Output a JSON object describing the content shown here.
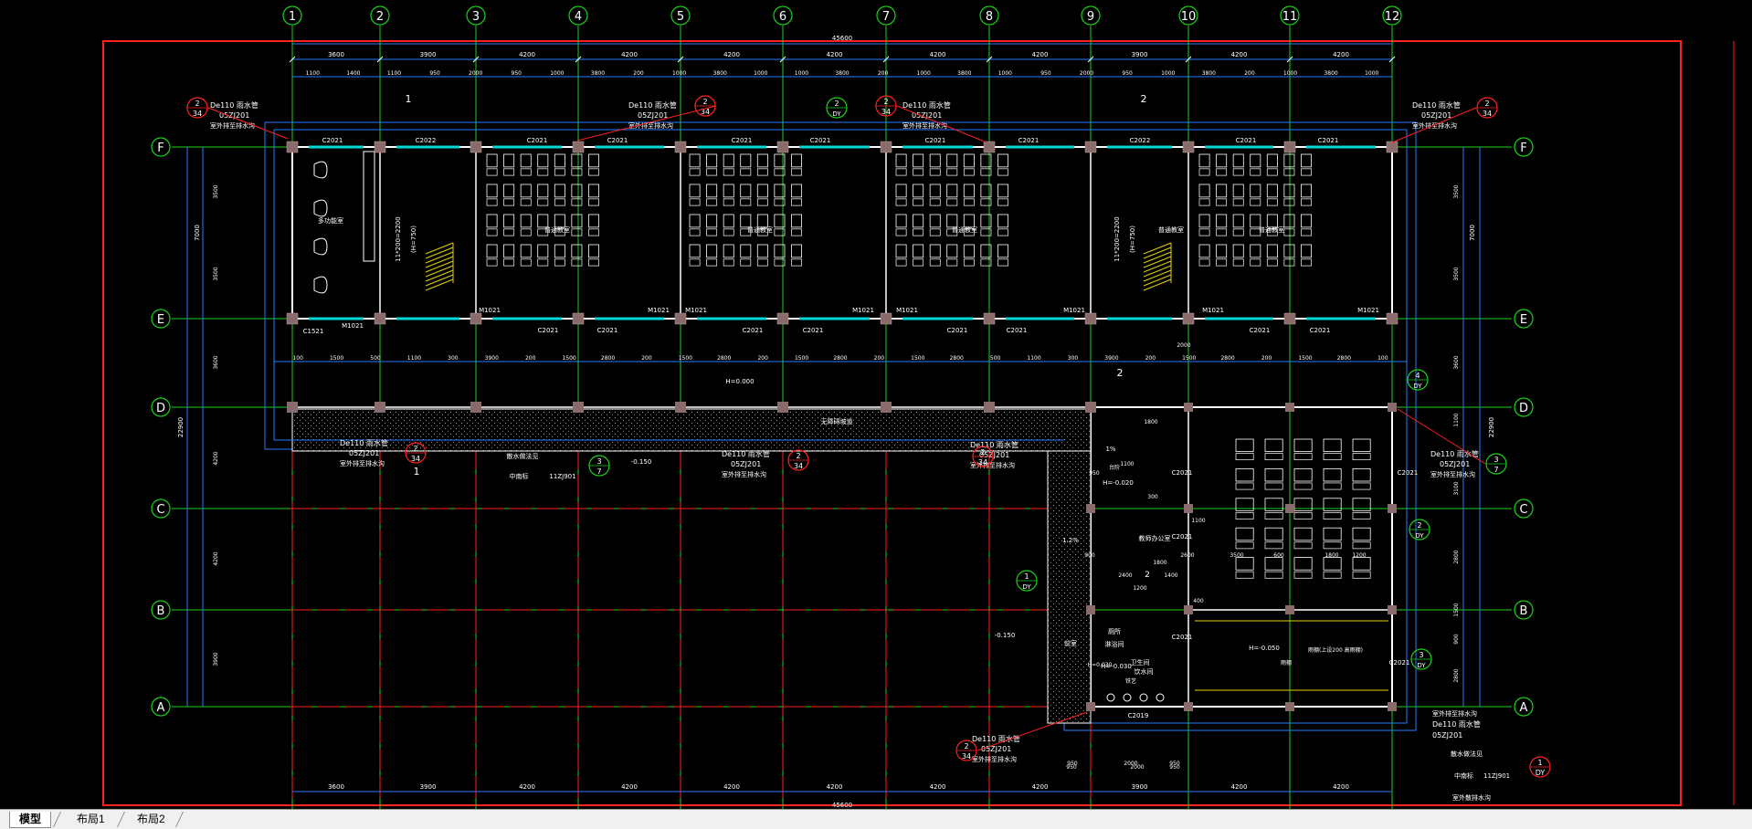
{
  "colors": {
    "background": "#000000",
    "axis": "#19d319",
    "dimension": "#2a7bff",
    "wall": "#ffffff",
    "frame": "#ff2020",
    "column": "#8a6b6b",
    "label": "#ffffff",
    "callout": "#ff2020",
    "window": "#00d8d8",
    "stair": "#e6d200"
  },
  "grid": {
    "vertical_labels": [
      "1",
      "2",
      "3",
      "4",
      "5",
      "6",
      "7",
      "8",
      "9",
      "10",
      "11",
      "12"
    ],
    "horizontal_labels": [
      "F",
      "E",
      "D",
      "C",
      "B",
      "A"
    ]
  },
  "dimensions": {
    "overall_top": "45600",
    "overall_bottom": "45600",
    "bay_spans": [
      "3600",
      "3900",
      "4200",
      "4200",
      "4200",
      "4200",
      "4200",
      "4200",
      "3900",
      "4200",
      "4200"
    ],
    "bottom_spans": [
      "3600",
      "3900",
      "4200",
      "4200",
      "4200",
      "4200",
      "4200",
      "4200",
      "3900",
      "4200",
      "4200"
    ],
    "left_spans": [
      "3500",
      "3500",
      "3600",
      "4200",
      "4200",
      "3900"
    ],
    "left_totals": [
      "7000",
      "22900"
    ],
    "right_spans": [
      "3500",
      "3500",
      "3600",
      "1100",
      "3100",
      "2800",
      "1500",
      "900",
      "2800"
    ],
    "right_totals": [
      "7000",
      "22900"
    ],
    "second_line_top": [
      "1100",
      "1400",
      "1100",
      "950",
      "2000",
      "950",
      "1000",
      "3800",
      "200",
      "1000",
      "3800",
      "1000",
      "1000",
      "3800",
      "200",
      "1000",
      "3800",
      "1000",
      "950",
      "2000",
      "950",
      "1000",
      "3800",
      "200",
      "1000",
      "3800",
      "1000"
    ],
    "corridor_line": [
      "100",
      "1500",
      "500",
      "1100",
      "300",
      "3900",
      "200",
      "1500",
      "2800",
      "200",
      "1500",
      "2800",
      "200",
      "1500",
      "2800",
      "200",
      "1500",
      "2800",
      "500",
      "1100",
      "300",
      "3900",
      "200",
      "1500",
      "2800",
      "200",
      "1500",
      "2800",
      "100"
    ]
  },
  "labels": {
    "windows": [
      "C2021",
      "C2022",
      "C2021",
      "C2021",
      "C2021",
      "C2021",
      "C2021",
      "C2021",
      "C2022",
      "C2021",
      "C2021",
      "C1521",
      "C2021",
      "C2021",
      "C2021",
      "C2021",
      "C2021",
      "C2021",
      "C2021",
      "C2021",
      "C2021",
      "C2021",
      "C2021",
      "C2021",
      "C2021",
      "C2019"
    ],
    "doors": [
      "M1021",
      "M1021",
      "M1021",
      "M1021",
      "M1021",
      "M1021",
      "M1021",
      "M1021",
      "M1021"
    ],
    "rooms": [
      "多功能室",
      "普通教室",
      "普通教室",
      "普通教室",
      "普通教室",
      "普通教室",
      "厕所",
      "淋浴间",
      "饮水间",
      "前室",
      "卫生间",
      "教师办公室"
    ],
    "stair_notes": [
      "(H=750)",
      "11*200=2200",
      "(H=750)",
      "11*200=2200"
    ],
    "elevations": [
      "H=0.000",
      "-0.150",
      "H=-0.020",
      "-0.150",
      "H=-0.050",
      "H=-0.030"
    ],
    "slope": [
      "1%",
      "1.2%"
    ],
    "section_texts": [
      "1",
      "2",
      "2",
      "1",
      "2"
    ],
    "pipe_note_1": "De110 雨水管",
    "pipe_note_2": "05ZJ201",
    "pipe_note_3": "室外排至排水沟",
    "pipe_note_4": "散水做法见",
    "pipe_note_5": "11ZJ901",
    "pipe_note_6": "中南标",
    "pipe_note_7": "散水做法见",
    "ramp_note": "无障碍坡道",
    "legend_right_1": "室外排至排水沟",
    "legend_right_2": "De110 雨水管",
    "legend_right_3": "05ZJ201",
    "legend_right_4": "散水做法见",
    "legend_right_5": "中南标",
    "legend_right_6": "11ZJ901",
    "legend_right_7": "室外散排水沟",
    "callout_nums": [
      "2",
      "34",
      "2",
      "34",
      "2",
      "34",
      "2",
      "34",
      "2",
      "34",
      "3",
      "7",
      "2",
      "34",
      "2",
      "34",
      "3",
      "7",
      "2",
      "34",
      "1",
      "DY",
      "2",
      "DY",
      "4",
      "DY",
      "1",
      "DY",
      "2",
      "DY",
      "3",
      "DY"
    ],
    "misc": [
      "台阶",
      "H=0.030",
      "铁艺",
      "雨棚",
      "雨棚(上设200 高雨棚)",
      "1800",
      "1200",
      "2600",
      "3500",
      "600",
      "1800",
      "1200",
      "1100",
      "2400",
      "1400",
      "900",
      "2000",
      "950",
      "950",
      "2000",
      "950",
      "300",
      "1800",
      "1100",
      "400",
      "1200"
    ]
  },
  "tabs": {
    "model": "模型",
    "layout1": "布局1",
    "layout2": "布局2"
  }
}
